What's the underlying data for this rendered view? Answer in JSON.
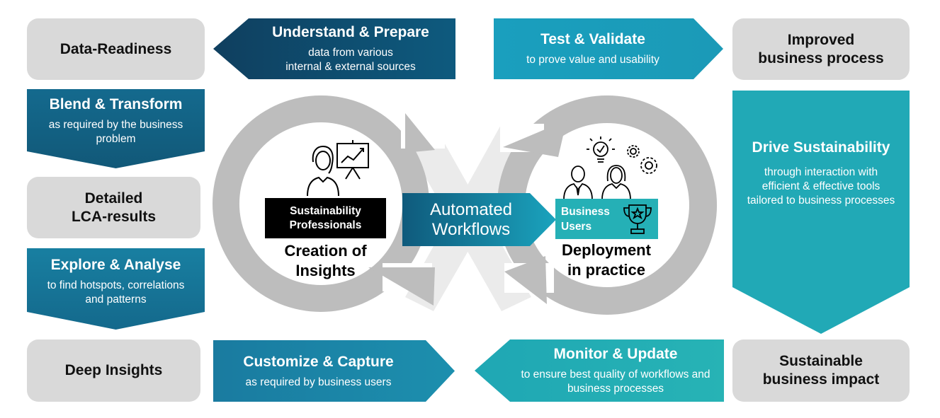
{
  "colors": {
    "dark_blue": "#0e4d6e",
    "mid_blue": "#16739a",
    "teal": "#21a9b6",
    "grey_box": "#d9d9d9",
    "loop_grey": "#bdbdbd"
  },
  "left_column": {
    "data_readiness": "Data-Readiness",
    "blend": {
      "title": "Blend & Transform",
      "desc": "as required by the business problem"
    },
    "lca_results": {
      "line1": "Detailed",
      "line2": "LCA-results"
    },
    "explore": {
      "title": "Explore & Analyse",
      "desc": "to find hotspots, correlations and patterns"
    },
    "deep_insights": "Deep Insights"
  },
  "top_row": {
    "understand": {
      "title": "Understand & Prepare",
      "desc_line1": "data from various",
      "desc_line2": "internal & external sources"
    },
    "test": {
      "title": "Test & Validate",
      "desc": "to prove value and usability"
    }
  },
  "right_column": {
    "improved": {
      "line1": "Improved",
      "line2": "business process"
    },
    "drive": {
      "title": "Drive Sustainability",
      "desc": "through interaction with efficient & effective tools tailored to business processes"
    },
    "sustainable": {
      "line1": "Sustainable",
      "line2": "business impact"
    }
  },
  "bottom_row": {
    "customize": {
      "title": "Customize & Capture",
      "desc": "as required by business users"
    },
    "monitor": {
      "title": "Monitor & Update",
      "desc": "to ensure best quality of workflows and business processes"
    }
  },
  "center": {
    "automated": {
      "line1": "Automated",
      "line2": "Workflows"
    },
    "professionals": {
      "line1": "Sustainability",
      "line2": "Professionals"
    },
    "creation": {
      "line1": "Creation of",
      "line2": "Insights"
    },
    "business_users": {
      "line1": "Business",
      "line2": "Users"
    },
    "deployment": {
      "line1": "Deployment",
      "line2": "in practice"
    }
  }
}
